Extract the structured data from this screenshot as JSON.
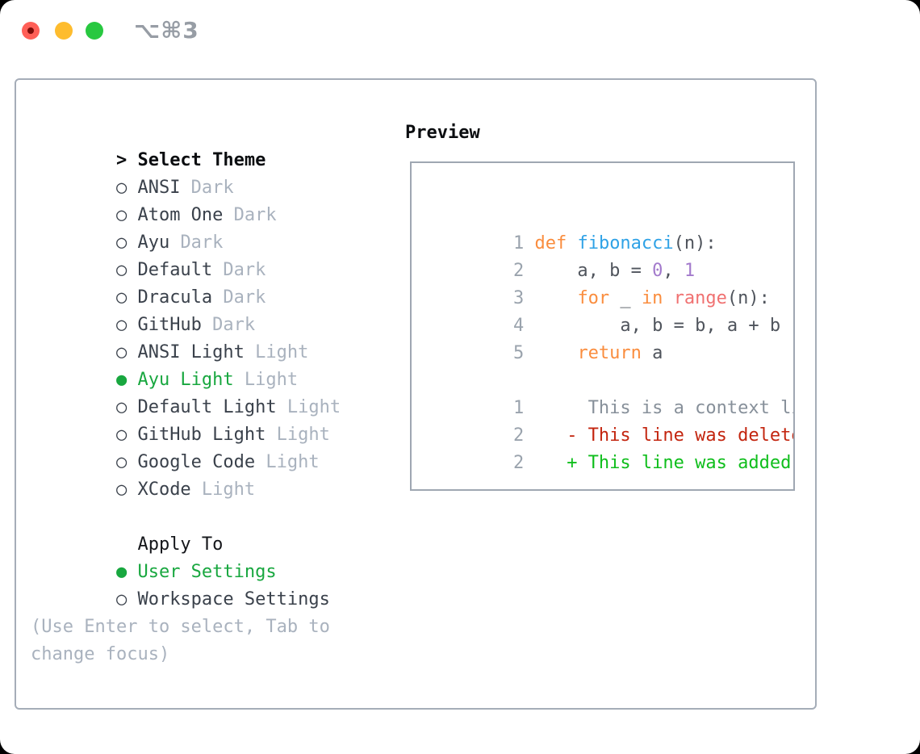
{
  "titlebar": {
    "title": "⌥⌘3"
  },
  "colors": {
    "selected_green": "#18a73f",
    "diff_added_green": "#0fbe1c",
    "diff_deleted_red": "#c3250f",
    "keyword_orange": "#fa8d3e",
    "function_blue": "#2fa2e6",
    "number_purple": "#a37acc",
    "builtin_coral": "#f07171",
    "muted_gray": "#a9b2be",
    "traffic_red": "#ff5f57",
    "traffic_yellow": "#febc2e",
    "traffic_green": "#28c840"
  },
  "theme_list": {
    "header_marker": ">",
    "header": "Select Theme",
    "items": [
      {
        "marker": "○",
        "name": "ANSI",
        "variant": "Dark",
        "state": "none"
      },
      {
        "marker": "○",
        "name": "Atom One",
        "variant": "Dark",
        "state": "none"
      },
      {
        "marker": "○",
        "name": "Ayu",
        "variant": "Dark",
        "state": "none"
      },
      {
        "marker": "○",
        "name": "Default",
        "variant": "Dark",
        "state": "none"
      },
      {
        "marker": "○",
        "name": "Dracula",
        "variant": "Dark",
        "state": "none"
      },
      {
        "marker": "○",
        "name": "GitHub",
        "variant": "Dark",
        "state": "none"
      },
      {
        "marker": "○",
        "name": "ANSI Light",
        "variant": "Light",
        "state": "none"
      },
      {
        "marker": "●",
        "name": "Ayu Light",
        "variant": "Light",
        "state": "selected"
      },
      {
        "marker": "○",
        "name": "Default Light",
        "variant": "Light",
        "state": "none"
      },
      {
        "marker": "○",
        "name": "GitHub Light",
        "variant": "Light",
        "state": "none"
      },
      {
        "marker": "○",
        "name": "Google Code",
        "variant": "Light",
        "state": "none"
      },
      {
        "marker": "○",
        "name": "XCode",
        "variant": "Light",
        "state": "none"
      }
    ]
  },
  "apply_to": {
    "header": "Apply To",
    "items": [
      {
        "marker": "●",
        "name": "User Settings",
        "state": "selected"
      },
      {
        "marker": "○",
        "name": "Workspace Settings",
        "state": "none"
      }
    ]
  },
  "help": {
    "line1": "(Use Enter to select, Tab to",
    "line2": "change focus)"
  },
  "preview": {
    "header": "Preview",
    "code_lines": [
      {
        "num": "1",
        "tokens": [
          "def",
          " ",
          "fibonacci",
          "(n):"
        ]
      },
      {
        "num": "2",
        "tokens": [
          "    a, b = ",
          "0",
          ", ",
          "1"
        ]
      },
      {
        "num": "3",
        "tokens": [
          "    ",
          "for",
          " _ ",
          "in",
          " ",
          "range",
          "(n):"
        ]
      },
      {
        "num": "4",
        "tokens": [
          "        a, b = b, a + b"
        ]
      },
      {
        "num": "5",
        "tokens": [
          "    ",
          "return",
          " a"
        ]
      }
    ],
    "diff_lines": [
      {
        "num": "1",
        "text": "     This is a context line.",
        "kind": "context"
      },
      {
        "num": "2",
        "text": "   - This line was deleted.",
        "kind": "deleted"
      },
      {
        "num": "2",
        "text": "   + This line was added.",
        "kind": "added"
      }
    ]
  }
}
